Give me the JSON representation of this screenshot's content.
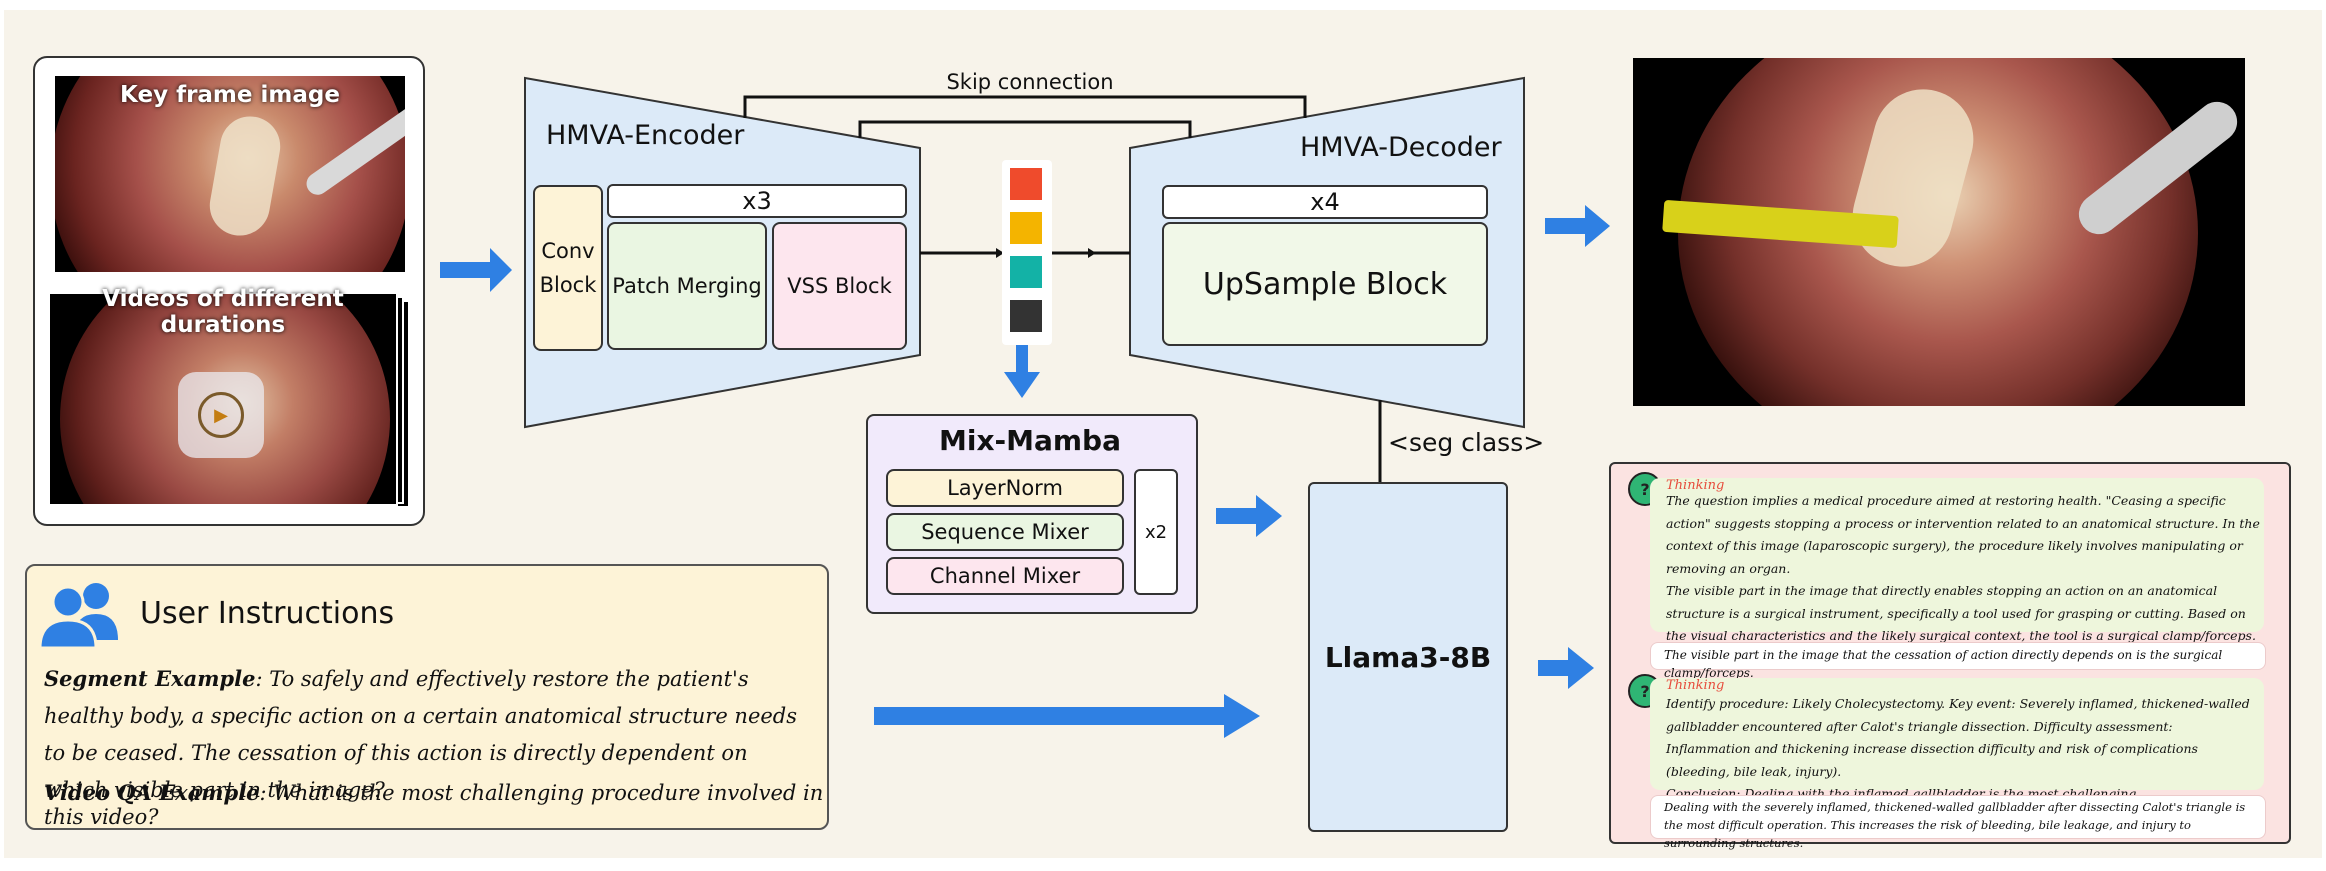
{
  "colors": {
    "background": "#f7f3ea",
    "encoder_fill": "#dceaf8",
    "arrow_blue": "#2f80e3",
    "legend": [
      "#ef4b2c",
      "#f4b400",
      "#13b2a6",
      "#333333"
    ]
  },
  "inputs": {
    "key_frame_label": "Key frame image",
    "videos_label": "Videos of different durations"
  },
  "skip_connection_label": "Skip connection",
  "encoder": {
    "title": "HMVA-Encoder",
    "repeat": "x3",
    "conv_block": "Conv\nBlock",
    "patch_merging": "Patch Merging",
    "vss_block": "VSS Block"
  },
  "decoder": {
    "title": "HMVA-Decoder",
    "repeat": "x4",
    "upsample": "UpSample Block"
  },
  "mix_mamba": {
    "title": "Mix-Mamba",
    "layernorm": "LayerNorm",
    "sequence_mixer": "Sequence Mixer",
    "channel_mixer": "Channel Mixer",
    "repeat": "x2"
  },
  "llm": {
    "name": "Llama3-8B",
    "seg_token": "<seg class>"
  },
  "instructions": {
    "title": "User Instructions",
    "segment_label": "Segment Example",
    "segment_text": ": To safely and effectively restore the patient's healthy body, a specific action on a certain anatomical structure needs to be ceased. The cessation of this action is directly dependent on which visible part in the image?",
    "video_label": "Video QA Example",
    "video_text": ": What is the most challenging procedure involved in this video?"
  },
  "responses": [
    {
      "thinking_label": "Thinking",
      "thinking_p1": "The question implies a medical procedure aimed at restoring health. \"Ceasing a specific action\" suggests stopping a process or intervention related to an anatomical structure. In the context of this image (laparoscopic surgery), the procedure likely involves manipulating or removing an organ.",
      "thinking_p2": "The visible part in the image that directly enables stopping an action on an anatomical structure is a surgical instrument, specifically a tool used for grasping or cutting. Based on the visual characteristics and the likely surgical context, the tool is a surgical clamp/forceps.",
      "answer": "The visible part in the image that the cessation of action directly depends on is the surgical clamp/forceps."
    },
    {
      "thinking_label": "Thinking",
      "thinking_p1": "Identify procedure: Likely Cholecystectomy. Key event: Severely inflamed, thickened-walled gallbladder encountered after Calot's triangle dissection. Difficulty assessment: Inflammation and thickening increase dissection difficulty and risk of complications (bleeding, bile leak, injury).",
      "thinking_p2": "Conclusion: Dealing with the inflamed gallbladder is the most challenging.",
      "answer": "Dealing with the severely inflamed, thickened-walled gallbladder after dissecting Calot's triangle is the most difficult operation. This increases the risk of bleeding, bile leakage, and injury to surrounding structures."
    }
  ]
}
